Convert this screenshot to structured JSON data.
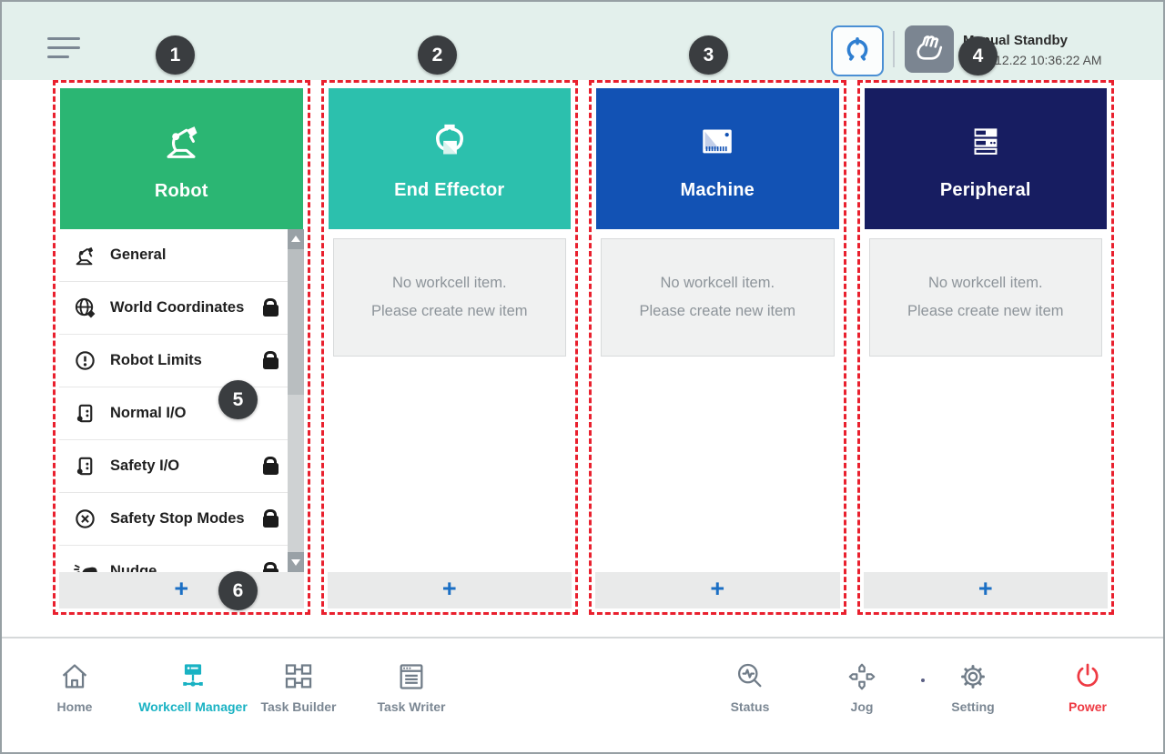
{
  "topbar": {
    "status": {
      "title": "Manual Standby",
      "datetime": "2022.12.22 10:36:22 AM"
    }
  },
  "callouts": [
    "1",
    "2",
    "3",
    "4",
    "5",
    "6"
  ],
  "columns": [
    {
      "label": "Robot",
      "color": "#2bb673",
      "icon": "robot-arm-icon"
    },
    {
      "label": "End Effector",
      "color": "#2cc0ad",
      "icon": "gripper-icon"
    },
    {
      "label": "Machine",
      "color": "#1252b4",
      "icon": "machine-icon"
    },
    {
      "label": "Peripheral",
      "color": "#171d61",
      "icon": "server-icon"
    }
  ],
  "robot_menu": {
    "items": [
      {
        "label": "General",
        "icon": "robot-arm-icon",
        "locked": false
      },
      {
        "label": "World Coordinates",
        "icon": "globe-icon",
        "locked": true
      },
      {
        "label": "Robot Limits",
        "icon": "alert-circle-icon",
        "locked": true
      },
      {
        "label": "Normal I/O",
        "icon": "io-port-icon",
        "locked": false
      },
      {
        "label": "Safety I/O",
        "icon": "io-port-icon",
        "locked": true
      },
      {
        "label": "Safety Stop Modes",
        "icon": "stop-circle-icon",
        "locked": true
      },
      {
        "label": "Nudge",
        "icon": "nudge-hand-icon",
        "locked": true
      }
    ]
  },
  "empty_state": {
    "line1": "No workcell item.",
    "line2": "Please create new item"
  },
  "add_button_label": "+",
  "bottom_nav": [
    {
      "label": "Home",
      "icon": "home-icon",
      "active": false
    },
    {
      "label": "Workcell Manager",
      "icon": "workcell-manager-icon",
      "active": true
    },
    {
      "label": "Task Builder",
      "icon": "task-builder-icon",
      "active": false
    },
    {
      "label": "Task Writer",
      "icon": "task-writer-icon",
      "active": false
    },
    {
      "label": "Status",
      "icon": "status-icon",
      "active": false
    },
    {
      "label": "Jog",
      "icon": "jog-icon",
      "active": false
    },
    {
      "label": "Setting",
      "icon": "setting-icon",
      "active": false
    },
    {
      "label": "Power",
      "icon": "power-icon",
      "active": false
    }
  ],
  "colors": {
    "top_band": "#e3f0ec",
    "callout_badge": "#3a3d40",
    "dashed_outline": "#e9202e",
    "nav_active": "#19b2c3",
    "power_red": "#ee3a43",
    "add_plus_blue": "#1b6fc4",
    "mode_button_border": "#4a8fd4",
    "hand_button_bg": "#7b8591"
  }
}
